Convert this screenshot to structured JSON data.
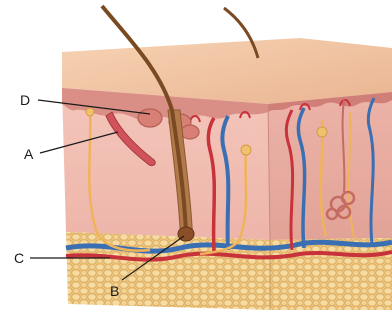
{
  "labels": {
    "a": "A",
    "b": "B",
    "c": "C",
    "d": "D"
  },
  "colors": {
    "epidermis_top": "#f1c7a6",
    "epidermis_side": "#d98f86",
    "dermis": "#f2bfb6",
    "dermis_side": "#e9b0a6",
    "fat": "#f0cf8e",
    "artery": "#c8323b",
    "vein": "#3b6fb3",
    "nerve": "#efb35a",
    "hair": "#7a4a22",
    "leader": "#1a1a1a"
  }
}
